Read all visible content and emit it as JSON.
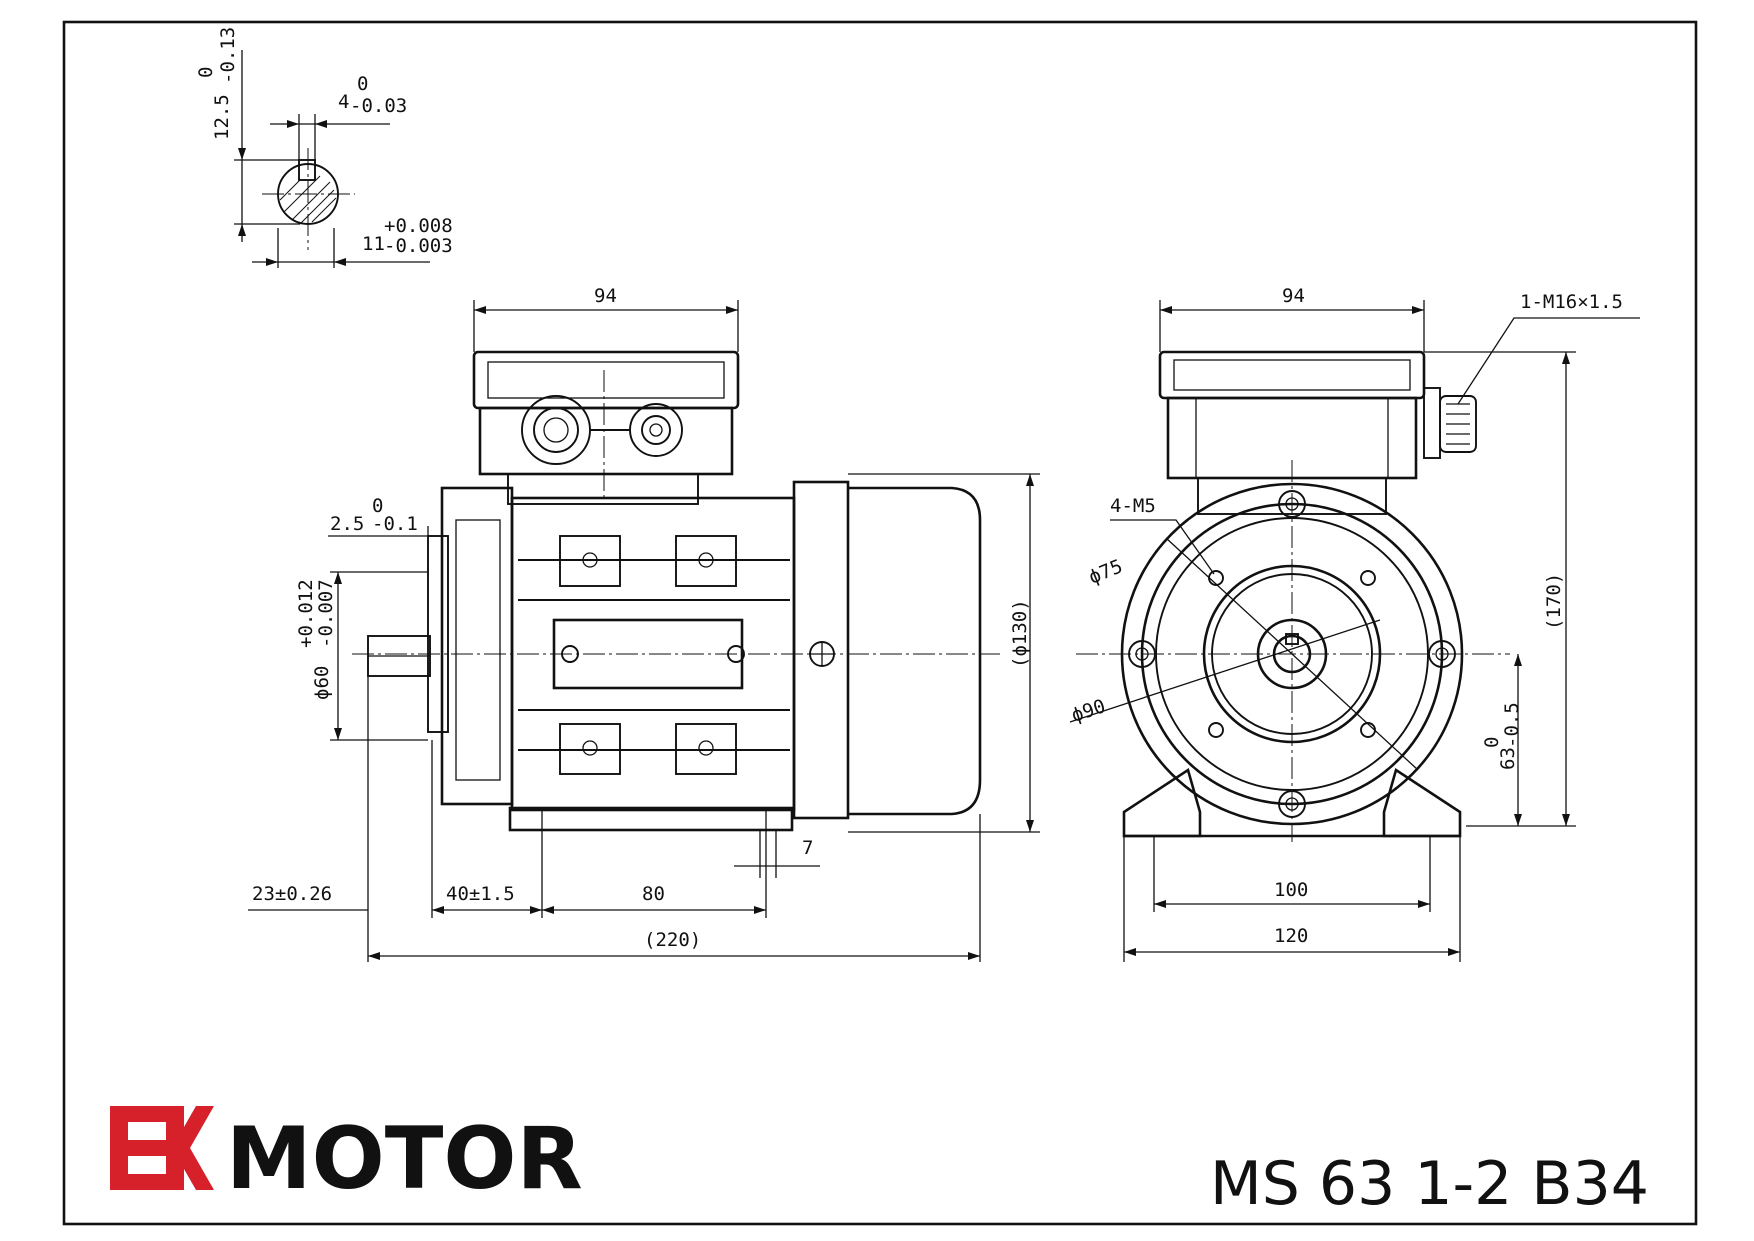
{
  "colors": {
    "brand_red": "#d6202a",
    "ink": "#111111"
  },
  "keyway_detail": {
    "key_height": {
      "base": "12.5",
      "upper": "0",
      "lower": "-0.13"
    },
    "key_width": {
      "base": "4",
      "upper": "0",
      "lower": "-0.03"
    },
    "shaft_depth": {
      "base": "11",
      "upper": "+0.008",
      "lower": "-0.003"
    }
  },
  "side_view": {
    "terminal_box_width": "94",
    "flange_thickness": {
      "base": "2.5",
      "upper": "0",
      "lower": "-0.1"
    },
    "spigot_diameter": {
      "base": "ϕ60",
      "upper": "+0.012",
      "lower": "-0.007"
    },
    "housing_diameter": "(ϕ130)",
    "shaft_length": "23±0.26",
    "shaft_to_foot": "40±1.5",
    "foot_spacing": "80",
    "foot_thickness": "7",
    "overall_length": "(220)"
  },
  "front_view": {
    "terminal_box_width": "94",
    "cable_gland": "1-M16×1.5",
    "flange_holes": "4-M5",
    "bolt_circle": "ϕ75",
    "spigot": "ϕ90",
    "overall_height": "(170)",
    "shaft_height": {
      "base": "63",
      "upper": "0",
      "lower": "-0.5"
    },
    "foot_hole_spacing": "100",
    "foot_width": "120"
  },
  "brand": {
    "name": "MOTOR",
    "logo_icon": "3k-logo-icon"
  },
  "model": "MS 63 1-2 B34"
}
